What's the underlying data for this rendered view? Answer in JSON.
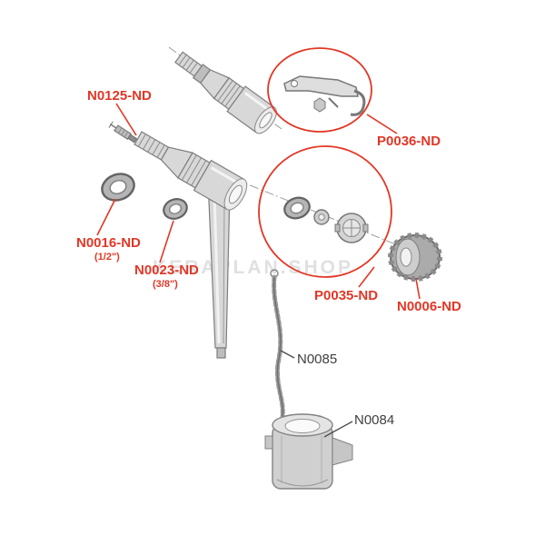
{
  "diagram": {
    "watermark": "KERAPLAN.SHOP",
    "colors": {
      "label_red": "#e23726",
      "label_dark": "#3f3f3f"
    },
    "labels": {
      "n0125": "N0125-ND",
      "n0016": "N0016-ND",
      "n0016_size": "(1/2\")",
      "n0023": "N0023-ND",
      "n0023_size": "(3/8\")",
      "p0036": "P0036-ND",
      "p0035": "P0035-ND",
      "n0006": "N0006-ND",
      "n0085": "N0085",
      "n0084": "N0084"
    }
  }
}
